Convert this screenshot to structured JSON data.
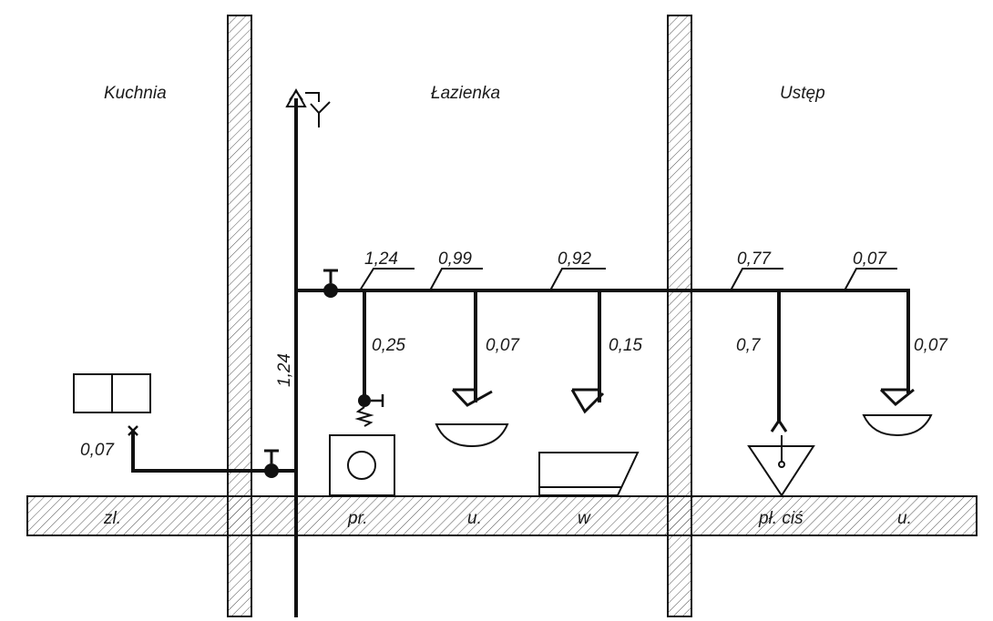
{
  "rooms": {
    "kitchen": "Kuchnia",
    "bathroom": "Łazienka",
    "toilet": "Ustęp"
  },
  "flows": {
    "riser": "1,24",
    "main_1": "1,24",
    "main_2": "0,99",
    "main_3": "0,92",
    "main_4": "0,77",
    "main_5": "0,07",
    "drop_washer": "0,25",
    "drop_basin_bath": "0,07",
    "drop_bath": "0,15",
    "drop_flush": "0,7",
    "drop_basin_toilet": "0,07",
    "sink": "0,07"
  },
  "fixtures": {
    "sink": "zl.",
    "washer": "pr.",
    "basin_bath": "u.",
    "bath": "w",
    "flush_valve": "pł. ciś",
    "basin_toilet": "u."
  }
}
